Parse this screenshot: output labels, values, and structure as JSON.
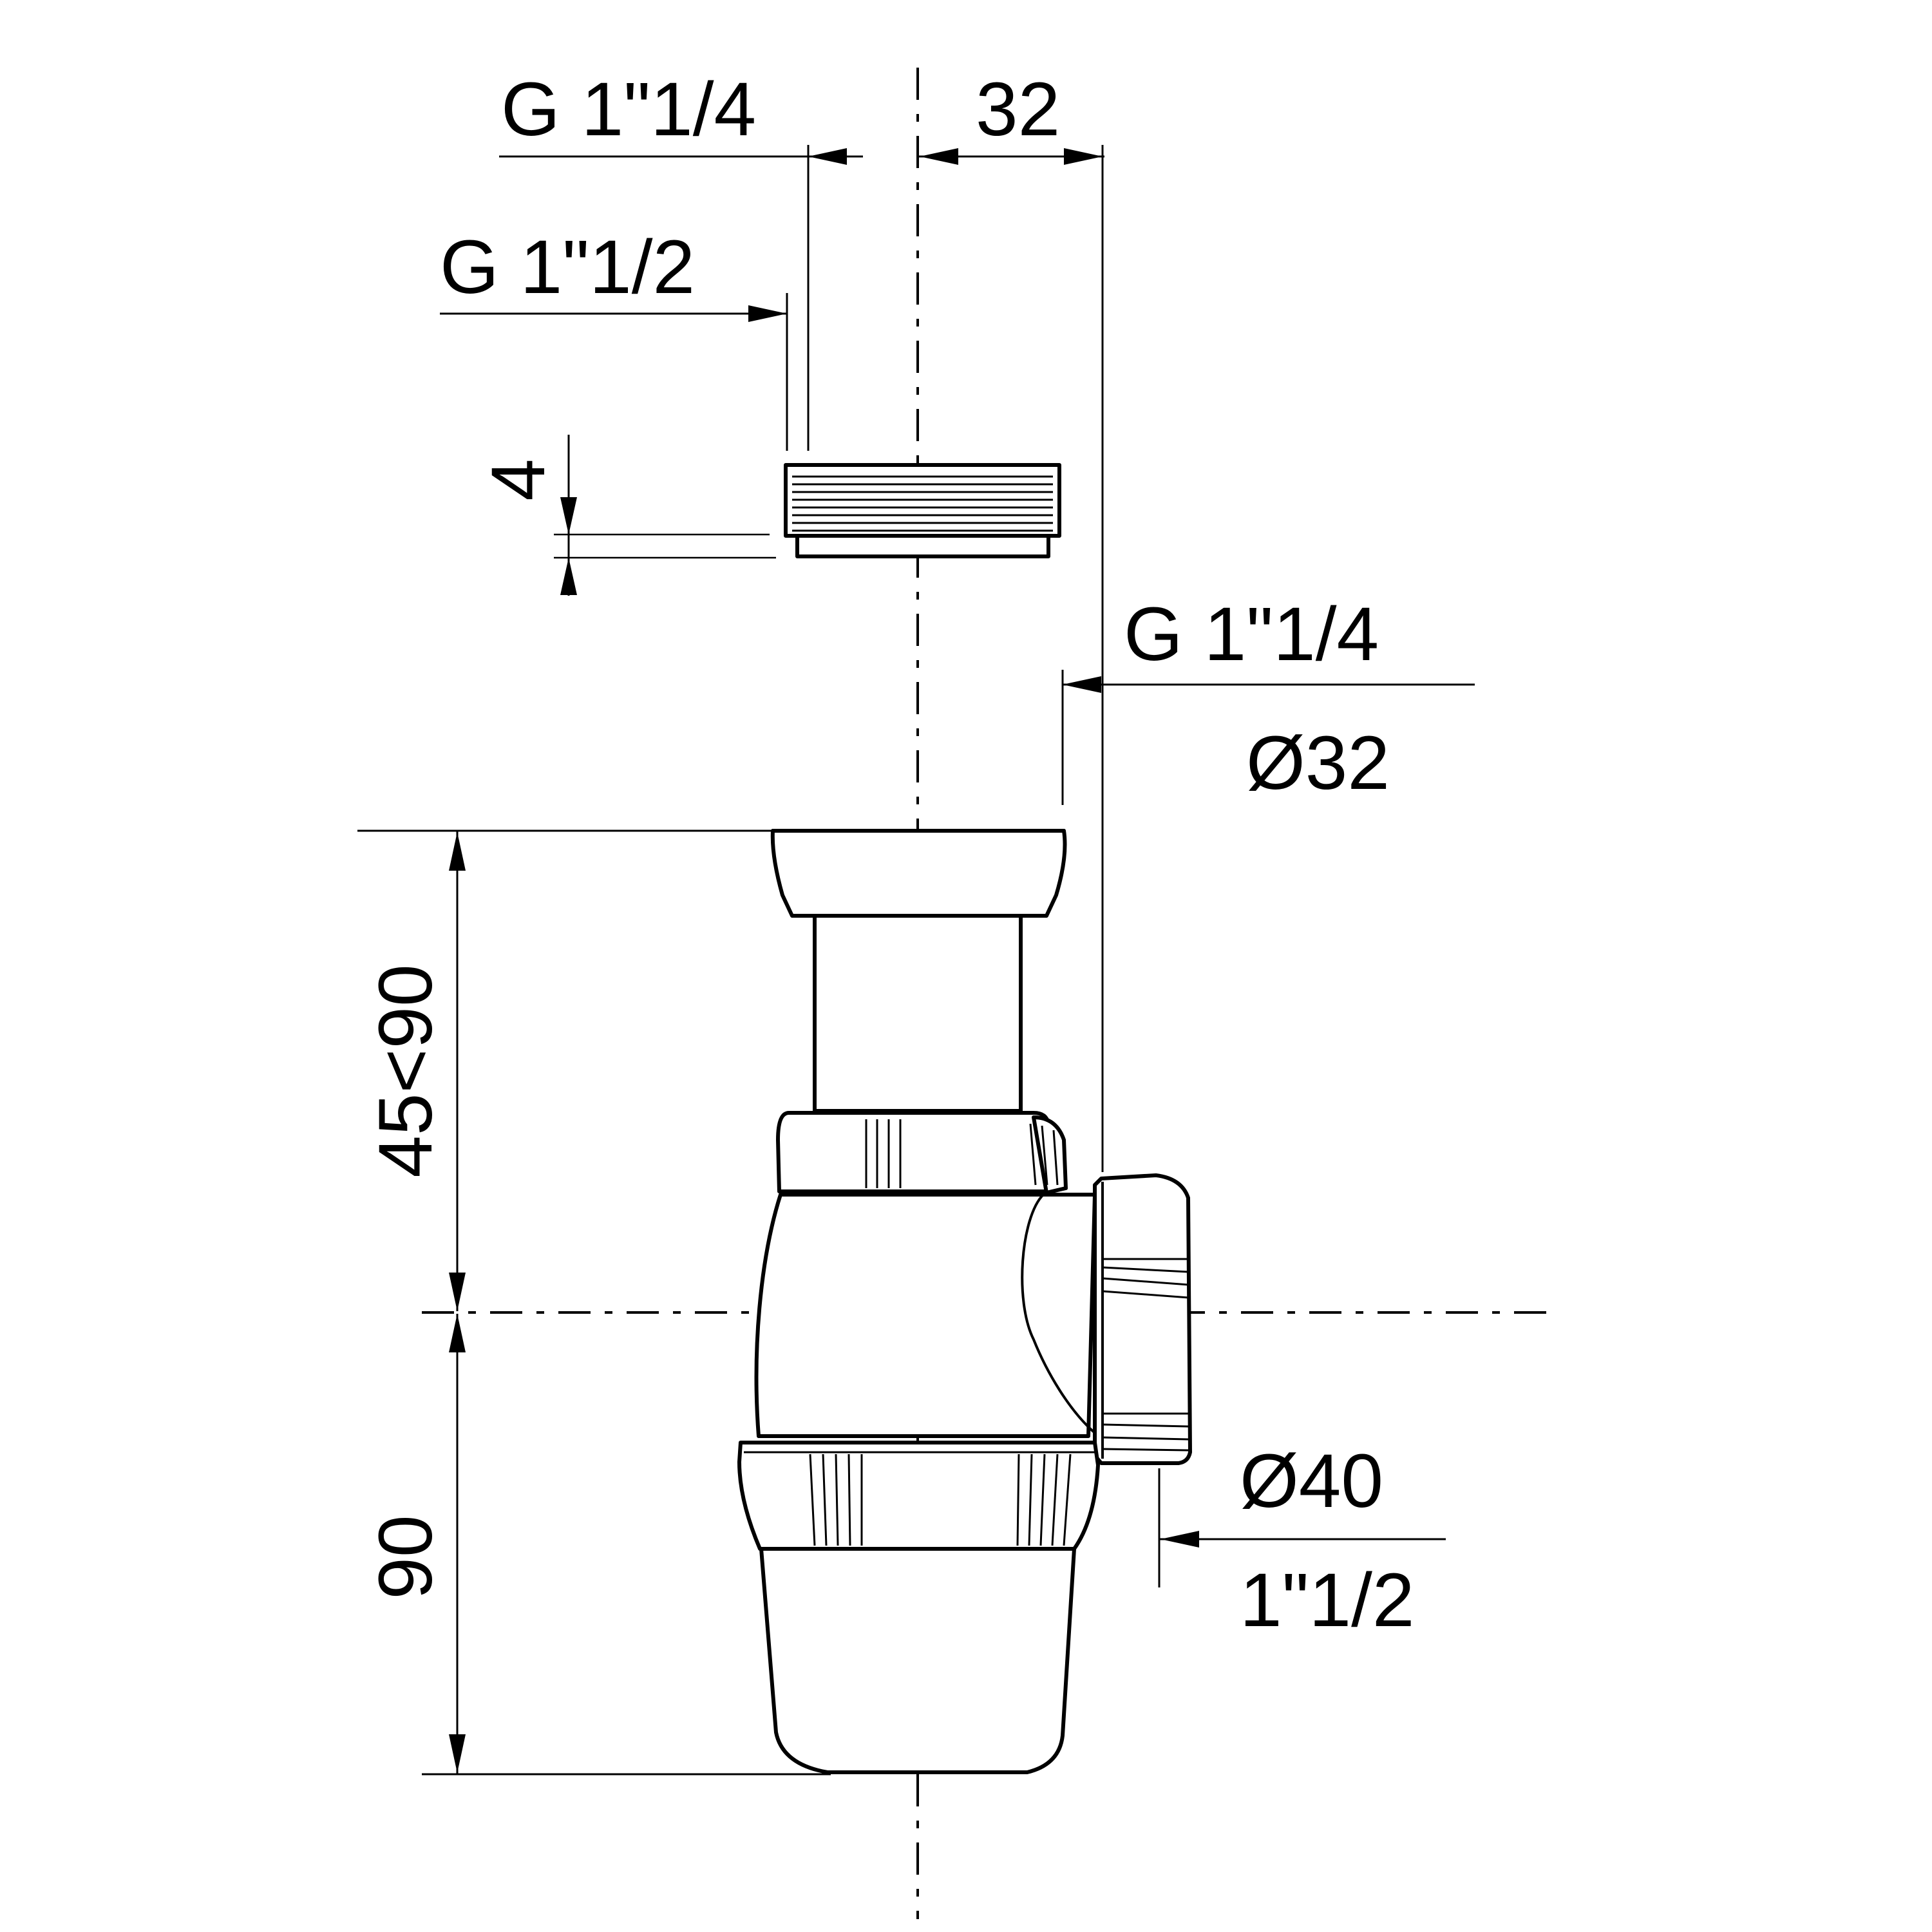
{
  "dimensions": {
    "top_thread_label": "G 1\"1/4",
    "outer_thread_label": "G 1\"1/2",
    "offset_label": "32",
    "washer_label": "4",
    "inlet_thread_label": "G 1\"1/4",
    "inlet_diameter_label": "Ø32",
    "height_range_label": "45<90",
    "depth_label": "90",
    "outlet_diameter_label": "Ø40",
    "outlet_thread_label": "1\"1/2"
  }
}
